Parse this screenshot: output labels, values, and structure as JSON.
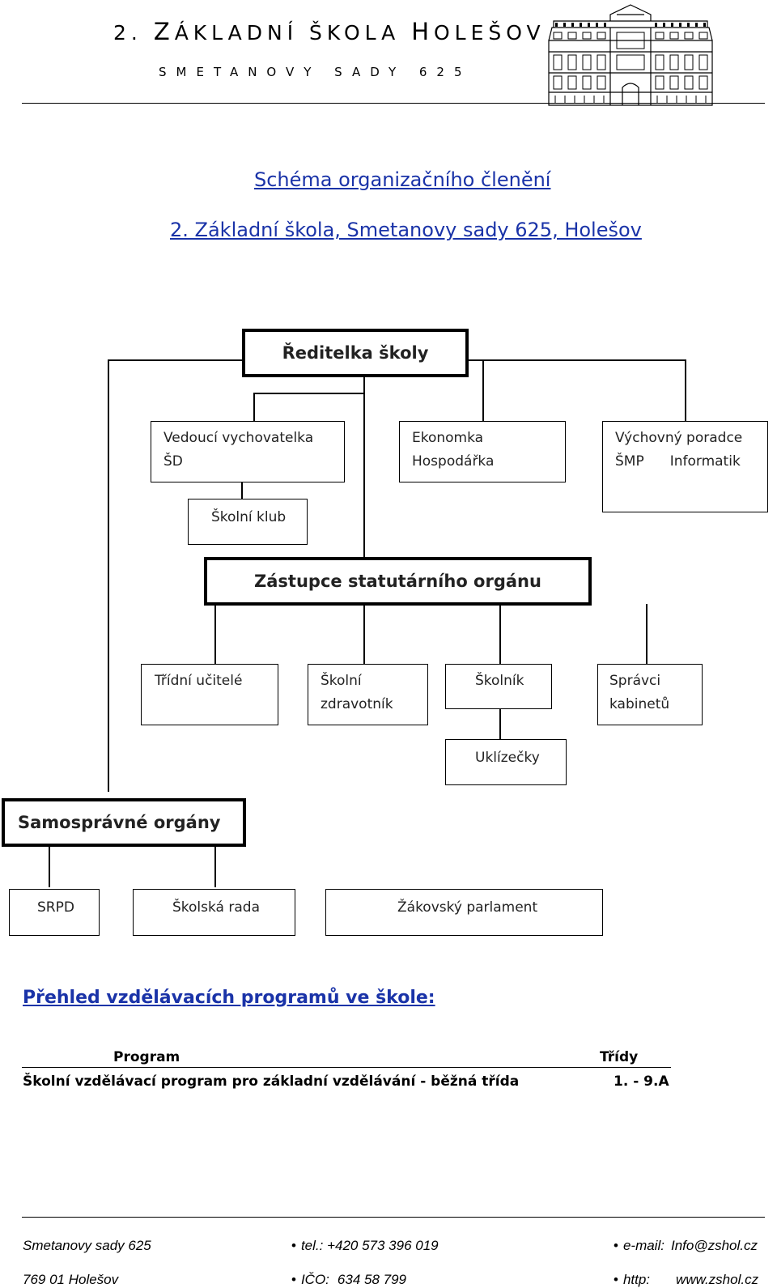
{
  "header": {
    "school_name_prefix": "2. ",
    "school_name_z": "Z",
    "school_name_mid": "ÁKLADNÍ ŠKOLA ",
    "school_name_h": "H",
    "school_name_end": "OLEŠOV",
    "address": "SMETANOVY SADY 625"
  },
  "title": {
    "line1": "Schéma organizačního členění",
    "line2": "2. Základní škola, Smetanovy sady 625, Holešov"
  },
  "org": {
    "director": "Ředitelka školy",
    "vedouci_line1": "Vedoucí vychovatelka",
    "vedouci_line2": "ŠD",
    "ekonom_line1": "Ekonomka",
    "ekonom_line2": "Hospodářka",
    "vychovny_line1": "Výchovný poradce",
    "vychovny_line2a": "ŠMP",
    "vychovny_line2b": "Informatik",
    "skolni_klub": "Školní klub",
    "zastupce": "Zástupce statutárního orgánu",
    "tridni": "Třídní učitelé",
    "zdravotnik_line1": "Školní",
    "zdravotnik_line2": "zdravotník",
    "skolnik": "Školník",
    "spravci_line1": "Správci",
    "spravci_line2": "kabinetů",
    "uklizecky": "Uklízečky",
    "samospravne": "Samosprávné orgány",
    "srpd": "SRPD",
    "skolska_rada": "Školská rada",
    "parlament": "Žákovský parlament"
  },
  "programs": {
    "heading": "Přehled vzdělávacích programů ve škole:",
    "col_program": "Program",
    "col_tridy": "Třídy",
    "rows": [
      {
        "program": "Školní vzdělávací program pro základní vzdělávání - běžná třída",
        "tridy": "1. - 9.A"
      }
    ]
  },
  "footer": {
    "street": "Smetanovy sady 625",
    "tel": "tel.: +420 573 396 019",
    "email_label": "e-mail:",
    "email": "Info@zshol.cz",
    "city": "769 01 Holešov",
    "ico_label": "IČO:",
    "ico": "634 58 799",
    "http_label": "http:",
    "web": "www.zshol.cz"
  }
}
